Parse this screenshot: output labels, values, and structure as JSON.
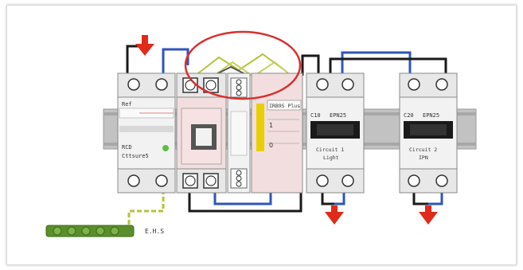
{
  "colors": {
    "phase_wire": "#1a1a1a",
    "neutral_wire": "#2f55b8",
    "earth_wire": "#b8c23a",
    "arrow": "#e02a1a",
    "highlight_ellipse": "#d83030",
    "rail": "#b9b9b9",
    "module_body": "#f2f2f2",
    "earth_bar": "#5a8e2c"
  },
  "rcd": {
    "top_label": "Ref",
    "label_line1": "RCD",
    "label_line2": "Cttsure5"
  },
  "control_module": {
    "badge": "IRB9S Plus"
  },
  "breakers": [
    {
      "rating": "C10",
      "type": "EPN25",
      "name": "Circuit 1",
      "circuit_label": "Light"
    },
    {
      "rating": "C20",
      "type": "EPN25",
      "name": "Circuit 2",
      "circuit_label": "IPN"
    }
  ],
  "earth_bar": {
    "label": "E.H.S"
  },
  "icons": {
    "input_arrow": "arrow-down-icon",
    "output_arrow": "arrow-down-icon"
  }
}
